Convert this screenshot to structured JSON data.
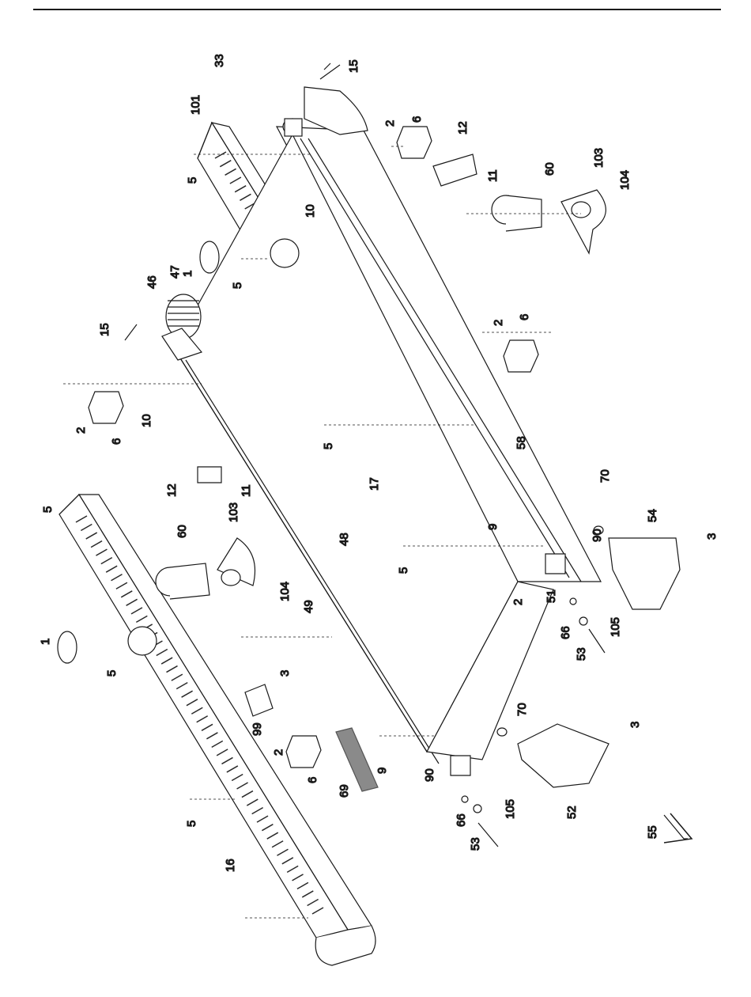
{
  "diagram": {
    "type": "exploded-parts-view",
    "part_labels": [
      "1",
      "1",
      "2",
      "2",
      "2",
      "2",
      "2",
      "3",
      "3",
      "3",
      "5",
      "5",
      "5",
      "5",
      "5",
      "5",
      "5",
      "6",
      "6",
      "6",
      "6",
      "9",
      "9",
      "10",
      "10",
      "11",
      "11",
      "12",
      "12",
      "15",
      "15",
      "16",
      "17",
      "33",
      "46",
      "47",
      "48",
      "49",
      "51",
      "52",
      "53",
      "53",
      "54",
      "55",
      "58",
      "60",
      "60",
      "66",
      "66",
      "69",
      "70",
      "70",
      "90",
      "90",
      "99",
      "101",
      "103",
      "103",
      "104",
      "104",
      "105",
      "105"
    ]
  },
  "colors": {
    "line": "#1a1a1a",
    "paper": "#ffffff",
    "rail_slots": "#2a2a2a",
    "label_tape": "#8a8a8a"
  }
}
